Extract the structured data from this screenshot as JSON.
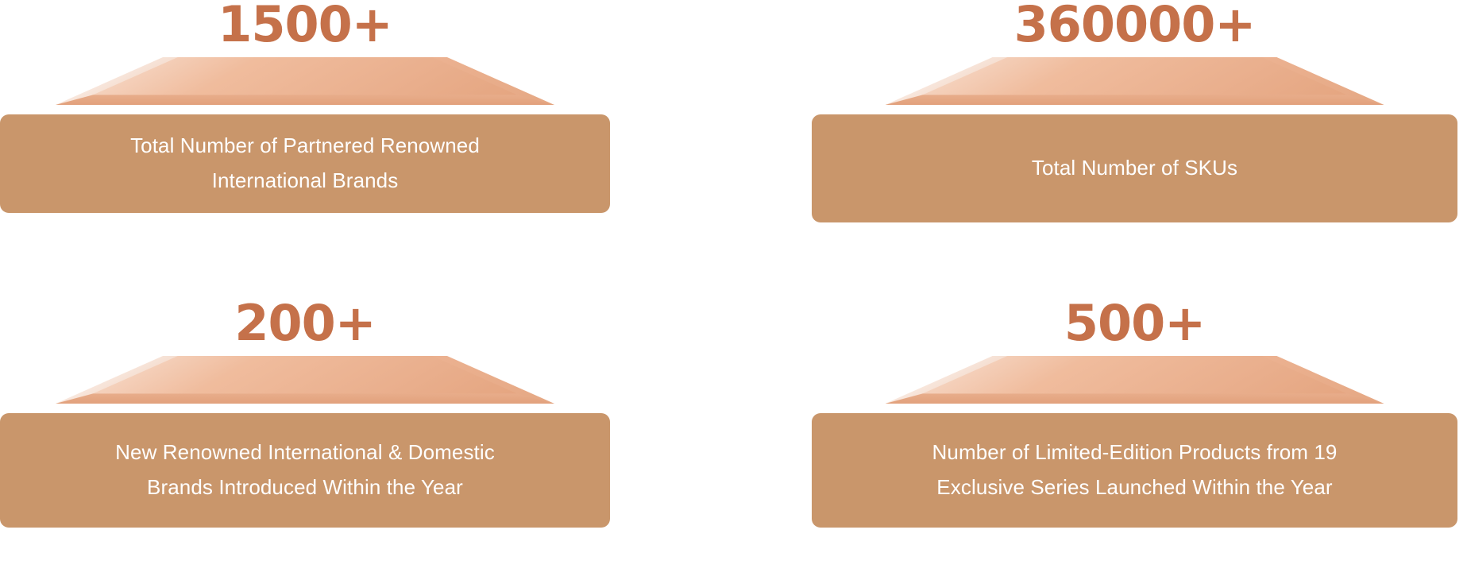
{
  "page": {
    "background_color": "#FFFFFF",
    "layout": "2x2 statistic cards"
  },
  "theme": {
    "number_color": "#C5714A",
    "card_color": "#C9966B",
    "card_text_color": "#FFFFFF",
    "pedestal_color": "#E9AE8C",
    "pedestal_highlight": "#FFFFFF"
  },
  "stats": [
    {
      "number": "1500+",
      "label": "Total Number of Partnered Renowned International Brands",
      "label_line_1": "Total Number of Partnered Renowned",
      "label_line_2": "International Brands"
    },
    {
      "number": "360000+",
      "label": "Total Number of SKUs",
      "label_line_1": "Total Number of SKUs",
      "label_line_2": ""
    },
    {
      "number": "200+",
      "label": "New Renowned International & Domestic Brands Introduced Within the Year",
      "label_line_1": "New Renowned International & Domestic",
      "label_line_2": "Brands Introduced Within the Year"
    },
    {
      "number": "500+",
      "label": "Number of Limited-Edition Products from 19 Exclusive Series Launched Within the Year",
      "label_line_1": "Number of Limited-Edition Products from 19",
      "label_line_2": "Exclusive Series Launched Within the Year"
    }
  ]
}
